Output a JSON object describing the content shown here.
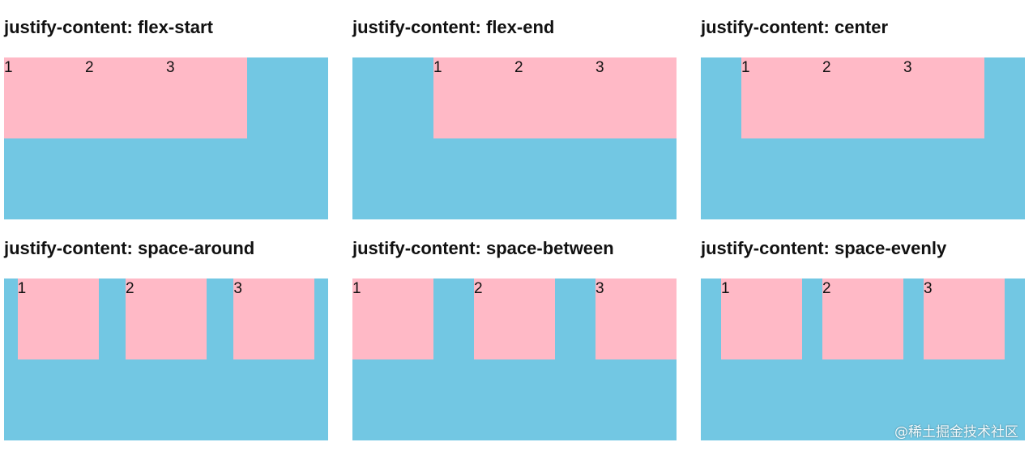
{
  "colors": {
    "container": "#72c7e3",
    "item": "#ffb9c6",
    "text": "#111111"
  },
  "panels": [
    {
      "title": "justify-content: flex-start",
      "justify": "flex-start",
      "items": [
        "1",
        "2",
        "3"
      ]
    },
    {
      "title": "justify-content: flex-end",
      "justify": "flex-end",
      "items": [
        "1",
        "2",
        "3"
      ]
    },
    {
      "title": "justify-content: center",
      "justify": "center",
      "items": [
        "1",
        "2",
        "3"
      ]
    },
    {
      "title": "justify-content: space-around",
      "justify": "space-around",
      "items": [
        "1",
        "2",
        "3"
      ]
    },
    {
      "title": "justify-content: space-between",
      "justify": "space-between",
      "items": [
        "1",
        "2",
        "3"
      ]
    },
    {
      "title": "justify-content: space-evenly",
      "justify": "space-evenly",
      "items": [
        "1",
        "2",
        "3"
      ]
    }
  ],
  "watermark": "@稀土掘金技术社区"
}
